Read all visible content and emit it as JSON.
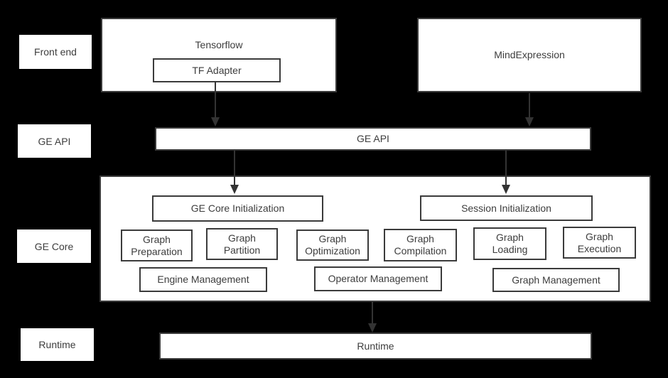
{
  "colors": {
    "background": "#000000",
    "box_fill": "#ffffff",
    "box_border": "#3b3b3b",
    "text": "#3d3d3d",
    "arrow": "#333333"
  },
  "rows": {
    "front_end": "Front end",
    "ge_api": "GE API",
    "ge_core": "GE Core",
    "runtime": "Runtime"
  },
  "front_end": {
    "tensorflow_title": "Tensorflow",
    "tf_adapter": "TF Adapter",
    "mindexpression": "MindExpression"
  },
  "ge_api": {
    "title": "GE API"
  },
  "ge_core": {
    "init": "GE Core Initialization",
    "session_init": "Session Initialization",
    "modules": [
      "Graph\nPreparation",
      "Graph\nPartition",
      "Graph\nOptimization",
      "Graph\nCompilation",
      "Graph\nLoading",
      "Graph\nExecution"
    ],
    "management": [
      "Engine Management",
      "Operator Management",
      "Graph Management"
    ]
  },
  "runtime": {
    "title": "Runtime"
  }
}
